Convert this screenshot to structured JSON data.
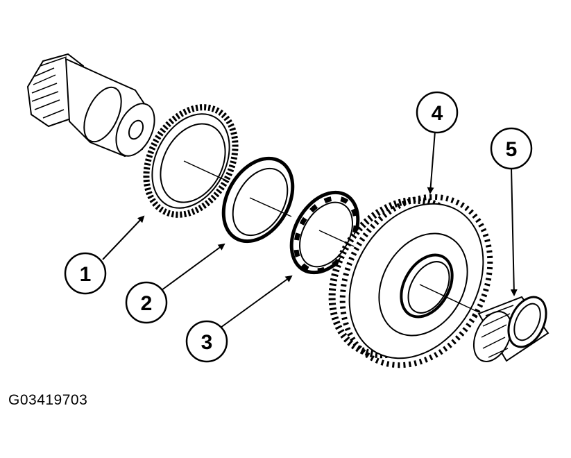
{
  "figure_id": "G03419703",
  "callouts": [
    {
      "label": "1"
    },
    {
      "label": "2"
    },
    {
      "label": "3"
    },
    {
      "label": "4"
    },
    {
      "label": "5"
    }
  ]
}
